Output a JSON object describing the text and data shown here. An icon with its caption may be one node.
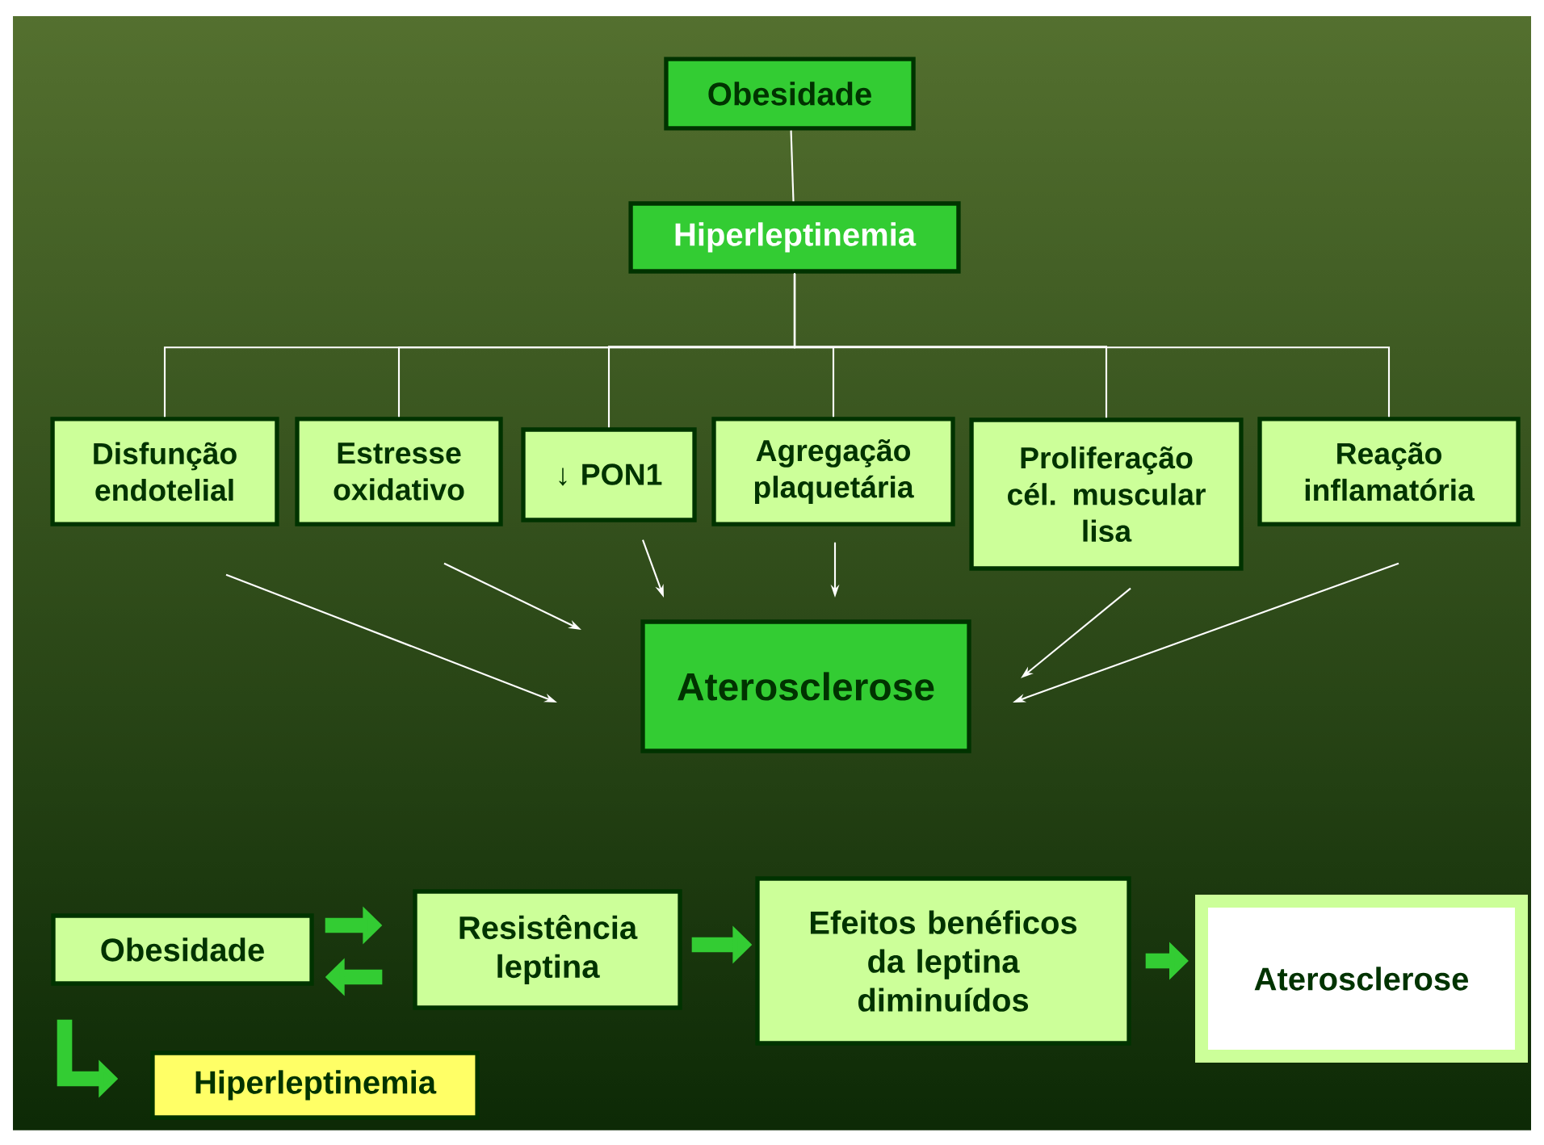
{
  "diagram": {
    "nodes": [
      {
        "text": [
          "Obesidade"
        ]
      },
      {
        "text": [
          "Hiperleptinemia"
        ]
      },
      {
        "text": [
          "Disfunção endotelial"
        ]
      },
      {
        "text": [
          "Estresse oxidativo"
        ]
      },
      {
        "text": [
          "↓ PON1"
        ]
      },
      {
        "text": [
          "Agregação plaquetária"
        ]
      },
      {
        "text": [
          "Proliferação cél. muscular lisa"
        ]
      },
      {
        "text": [
          "Reação inflamatória"
        ]
      },
      {
        "text": [
          "Aterosclerose"
        ]
      },
      {
        "text": [
          "Obesidade"
        ]
      },
      {
        "text": [
          "Resistência leptina"
        ]
      },
      {
        "text": [
          "Efeitos benéficos da leptina diminuídos"
        ]
      },
      {
        "text": [
          "Aterosclerose"
        ]
      },
      {
        "text": [
          "Hiperleptinemia"
        ]
      }
    ],
    "edges": [
      {
        "from": 0,
        "to": 1,
        "arrow": "none"
      },
      {
        "from": 1,
        "to": 2,
        "arrow": "none"
      },
      {
        "from": 1,
        "to": 3,
        "arrow": "none"
      },
      {
        "from": 1,
        "to": 4,
        "arrow": "none"
      },
      {
        "from": 1,
        "to": 5,
        "arrow": "none"
      },
      {
        "from": 1,
        "to": 6,
        "arrow": "none"
      },
      {
        "from": 1,
        "to": 7,
        "arrow": "none"
      },
      {
        "from": 2,
        "to": 8,
        "arrow": "to"
      },
      {
        "from": 3,
        "to": 8,
        "arrow": "to"
      },
      {
        "from": 4,
        "to": 8,
        "arrow": "to"
      },
      {
        "from": 5,
        "to": 8,
        "arrow": "to"
      },
      {
        "from": 6,
        "to": 8,
        "arrow": "to"
      },
      {
        "from": 7,
        "to": 8,
        "arrow": "to"
      },
      {
        "from": 9,
        "to": 10,
        "arrow": "to",
        "style": "thick",
        "color": "#33cc33"
      },
      {
        "from": 10,
        "to": 9,
        "arrow": "to",
        "style": "thick",
        "color": "#33cc33"
      },
      {
        "from": 10,
        "to": 11,
        "arrow": "to",
        "style": "thick",
        "color": "#33cc33"
      },
      {
        "from": 11,
        "to": 12,
        "arrow": "to",
        "style": "thick",
        "color": "#33cc33"
      },
      {
        "from": 9,
        "to": 13,
        "arrow": "to",
        "style": "thick",
        "color": "#33cc33"
      }
    ]
  }
}
